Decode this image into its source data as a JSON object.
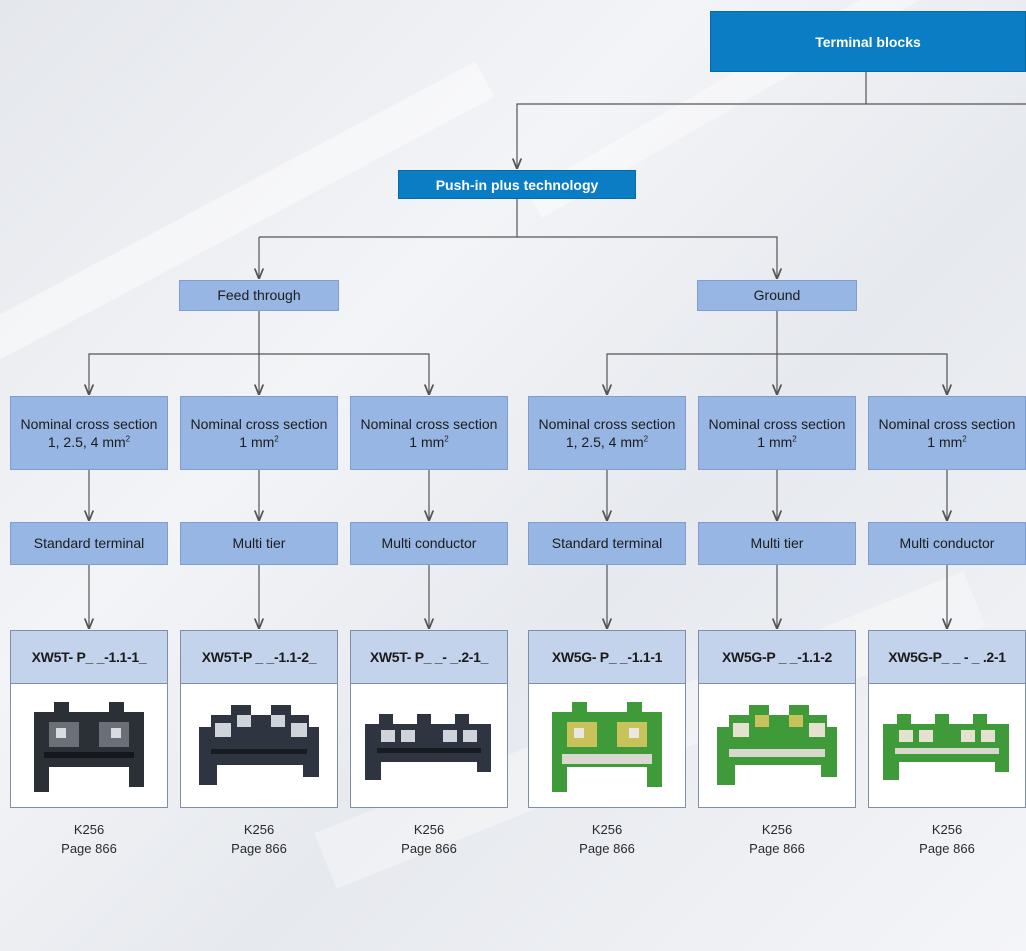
{
  "root": {
    "label": "Terminal blocks"
  },
  "technology": {
    "label": "Push-in plus technology"
  },
  "groups": [
    {
      "label": "Feed through"
    },
    {
      "label": "Ground"
    }
  ],
  "columns": [
    {
      "cross_line1": "Nominal cross section",
      "cross_line2": "1, 2.5, 4 mm",
      "cross_sup": "2",
      "type": "Standard terminal",
      "part": "XW5T- P_ _-1.1-1_",
      "product_color": "black",
      "ref": "K256",
      "page": "Page 866"
    },
    {
      "cross_line1": "Nominal cross section",
      "cross_line2": "1 mm",
      "cross_sup": "2",
      "type": "Multi tier",
      "part": "XW5T-P _ _-1.1-2_",
      "product_color": "black",
      "ref": "K256",
      "page": "Page 866"
    },
    {
      "cross_line1": "Nominal cross section",
      "cross_line2": "1 mm",
      "cross_sup": "2",
      "type": "Multi conductor",
      "part": "XW5T- P_ _- _.2-1_",
      "product_color": "black",
      "ref": "K256",
      "page": "Page 866"
    },
    {
      "cross_line1": "Nominal cross section",
      "cross_line2": "1, 2.5, 4 mm",
      "cross_sup": "2",
      "type": "Standard terminal",
      "part": "XW5G- P_ _-1.1-1",
      "product_color": "green-yellow",
      "ref": "K256",
      "page": "Page 866"
    },
    {
      "cross_line1": "Nominal cross section",
      "cross_line2": "1 mm",
      "cross_sup": "2",
      "type": "Multi tier",
      "part": "XW5G-P _ _-1.1-2",
      "product_color": "green-yellow",
      "ref": "K256",
      "page": "Page 866"
    },
    {
      "cross_line1": "Nominal cross section",
      "cross_line2": "1 mm",
      "cross_sup": "2",
      "type": "Multi conductor",
      "part": "XW5G-P_ _ - _ .2-1",
      "product_color": "green-yellow",
      "ref": "K256",
      "page": "Page 866"
    }
  ],
  "colors": {
    "accent": "#0a7dc4",
    "light_box": "#97b6e3",
    "card_header": "#c3d3ec",
    "connector": "#555555"
  }
}
